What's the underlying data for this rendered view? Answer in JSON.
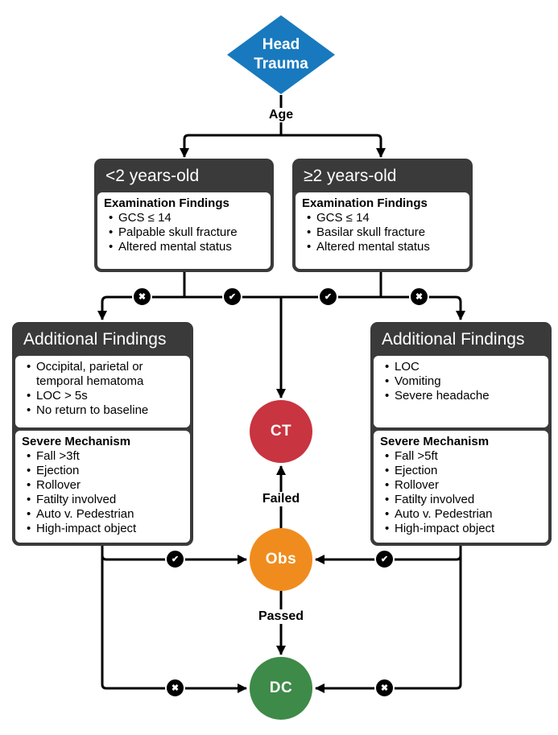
{
  "colors": {
    "blue": "#1879BE",
    "dark": "#3A3A3A",
    "red": "#C8343F",
    "orange": "#F08C1E",
    "green": "#3E8A48",
    "line": "#000000"
  },
  "root": {
    "label": "Head Trauma"
  },
  "edge_labels": {
    "age": "Age",
    "failed": "Failed",
    "passed": "Passed"
  },
  "age_branches": {
    "under2": {
      "title": "<2 years-old",
      "exam_heading": "Examination Findings",
      "exam_findings": [
        "GCS ≤ 14",
        "Palpable skull fracture",
        "Altered mental status"
      ]
    },
    "over2": {
      "title": "≥2 years-old",
      "exam_heading": "Examination Findings",
      "exam_findings": [
        "GCS ≤ 14",
        "Basilar skull fracture",
        "Altered mental status"
      ]
    }
  },
  "additional_under2": {
    "title": "Additional Findings",
    "findings": [
      "Occipital, parietal or temporal hematoma",
      "LOC > 5s",
      "No return to baseline"
    ],
    "mechanism_heading": "Severe Mechanism",
    "mechanisms": [
      "Fall >3ft",
      "Ejection",
      "Rollover",
      "Fatilty involved",
      "Auto v. Pedestrian",
      "High-impact object"
    ]
  },
  "additional_over2": {
    "title": "Additional Findings",
    "findings": [
      "LOC",
      "Vomiting",
      "Severe headache"
    ],
    "mechanism_heading": "Severe Mechanism",
    "mechanisms": [
      "Fall >5ft",
      "Ejection",
      "Rollover",
      "Fatilty involved",
      "Auto v. Pedestrian",
      "High-impact object"
    ]
  },
  "outcomes": {
    "ct": "CT",
    "obs": "Obs",
    "dc": "DC"
  },
  "icons": {
    "check": "✔",
    "cross": "✖"
  }
}
